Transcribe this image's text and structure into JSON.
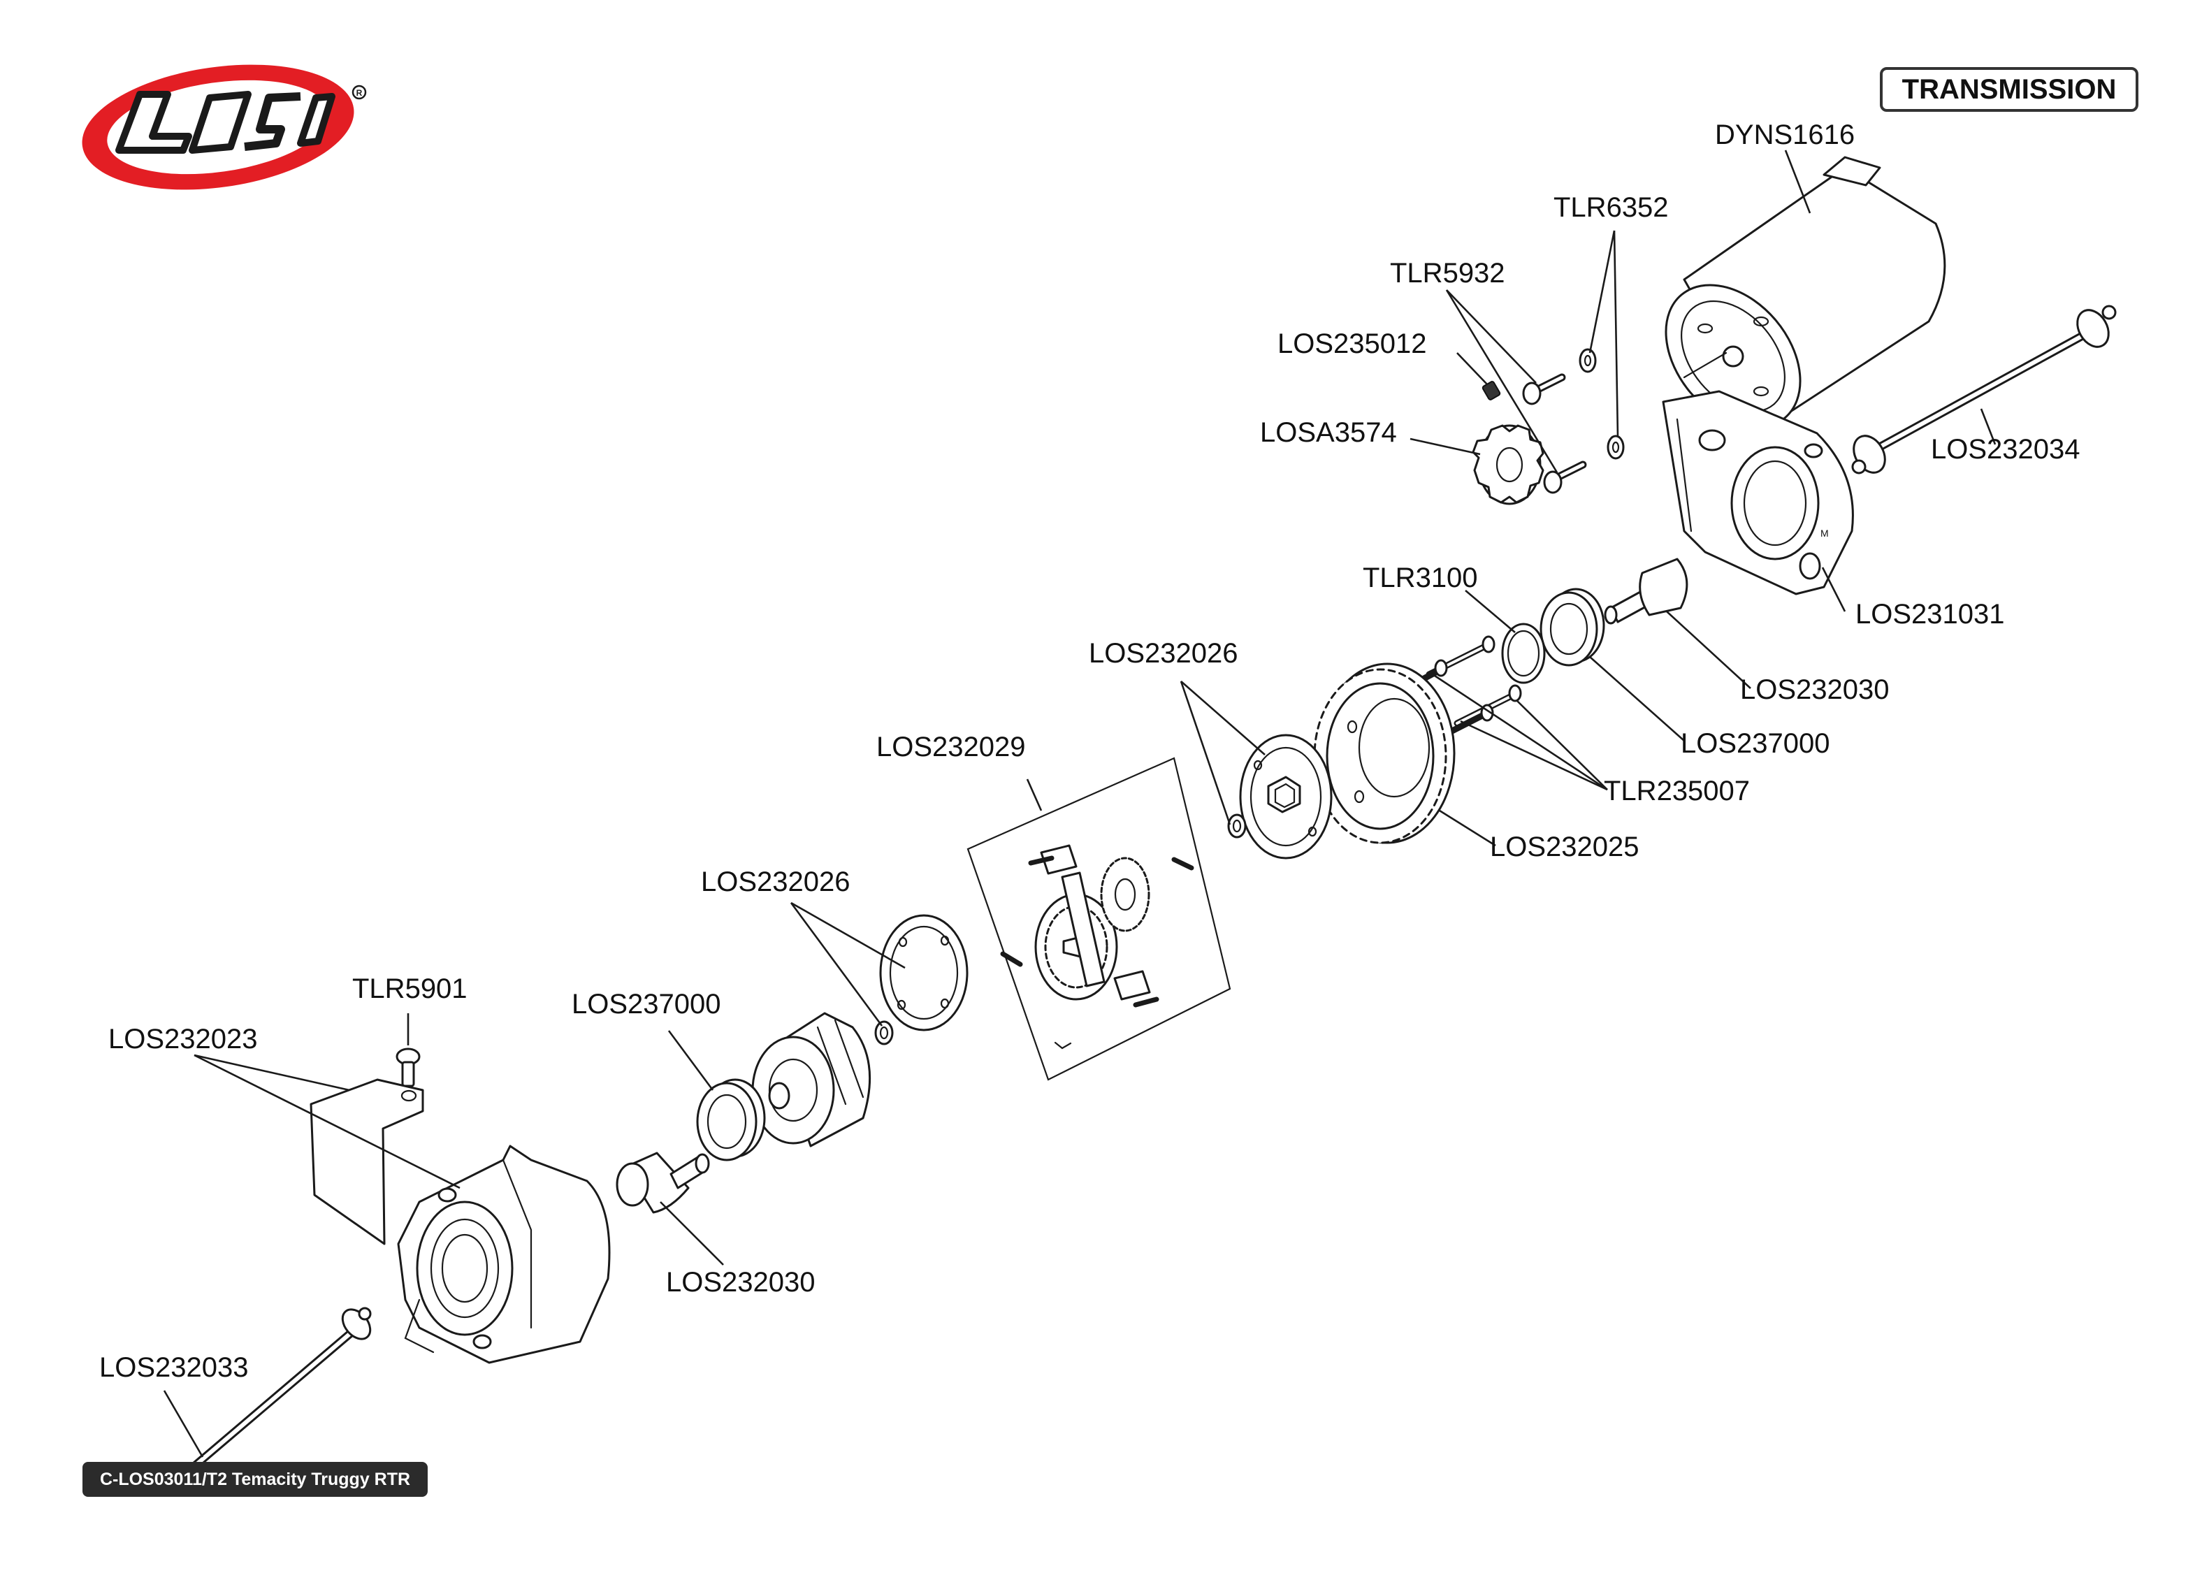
{
  "header": {
    "brand": "Losi",
    "title": "TRANSMISSION"
  },
  "footer": {
    "model": "C-LOS03011/T2 Temacity Truggy RTR"
  },
  "parts": [
    {
      "id": "DYNS1616",
      "label": "DYNS1616",
      "icon": "motor-icon"
    },
    {
      "id": "TLR6352",
      "label": "TLR6352",
      "icon": "washer-icon"
    },
    {
      "id": "TLR5932",
      "label": "TLR5932",
      "icon": "screw-icon"
    },
    {
      "id": "LOS235012",
      "label": "LOS235012",
      "icon": "set-screw-icon"
    },
    {
      "id": "LOSA3574",
      "label": "LOSA3574",
      "icon": "pinion-gear-icon"
    },
    {
      "id": "LOS232034",
      "label": "LOS232034",
      "icon": "driveshaft-icon"
    },
    {
      "id": "LOS231031",
      "label": "LOS231031",
      "icon": "motor-plate-icon"
    },
    {
      "id": "TLR3100",
      "label": "TLR3100",
      "icon": "o-ring-icon"
    },
    {
      "id": "LOS232030_top",
      "label": "LOS232030",
      "icon": "outdrive-icon"
    },
    {
      "id": "LOS237000_top",
      "label": "LOS237000",
      "icon": "bearing-icon"
    },
    {
      "id": "LOS232026_top",
      "label": "LOS232026",
      "icon": "diff-cover-icon"
    },
    {
      "id": "TLR235007",
      "label": "TLR235007",
      "icon": "screw-icon"
    },
    {
      "id": "LOS232025",
      "label": "LOS232025",
      "icon": "spur-gear-icon"
    },
    {
      "id": "LOS232029",
      "label": "LOS232029",
      "icon": "diff-gear-set-icon"
    },
    {
      "id": "LOS232026_bottom",
      "label": "LOS232026",
      "icon": "diff-gasket-icon"
    },
    {
      "id": "TLR5901",
      "label": "TLR5901",
      "icon": "screw-icon"
    },
    {
      "id": "LOS237000_bottom",
      "label": "LOS237000",
      "icon": "bearing-icon"
    },
    {
      "id": "LOS232023",
      "label": "LOS232023",
      "icon": "gearbox-housing-icon"
    },
    {
      "id": "LOS232030_bottom",
      "label": "LOS232030",
      "icon": "outdrive-icon"
    },
    {
      "id": "LOS232033",
      "label": "LOS232033",
      "icon": "driveshaft-icon"
    }
  ],
  "colors": {
    "logo_red": "#e31e24",
    "logo_black": "#1a1a1a",
    "line": "#1a1a1a",
    "footer_bg": "#2b2b2b"
  }
}
